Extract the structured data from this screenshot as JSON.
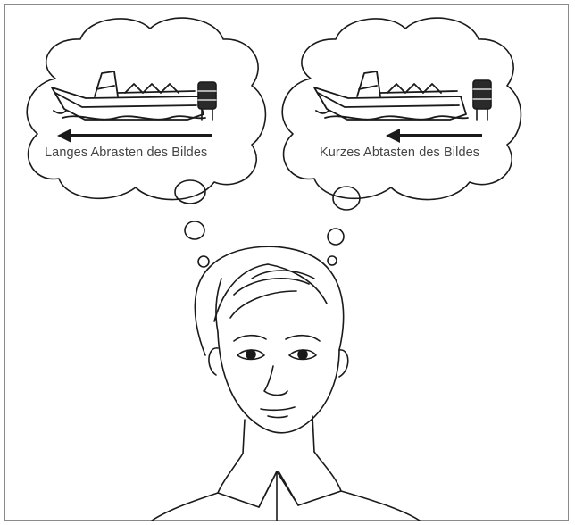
{
  "captions": {
    "left": "Langes Abrasten des Bildes",
    "right": "Kurzes Abtasten des Bildes"
  },
  "colors": {
    "line": "#1a1a1a",
    "text": "#444444",
    "border": "#8a8a8a"
  },
  "icons": {
    "boat": "boat-icon",
    "arrow": "arrow-left-icon",
    "buoy": "buoy-icon",
    "face": "person-face-illustration"
  }
}
